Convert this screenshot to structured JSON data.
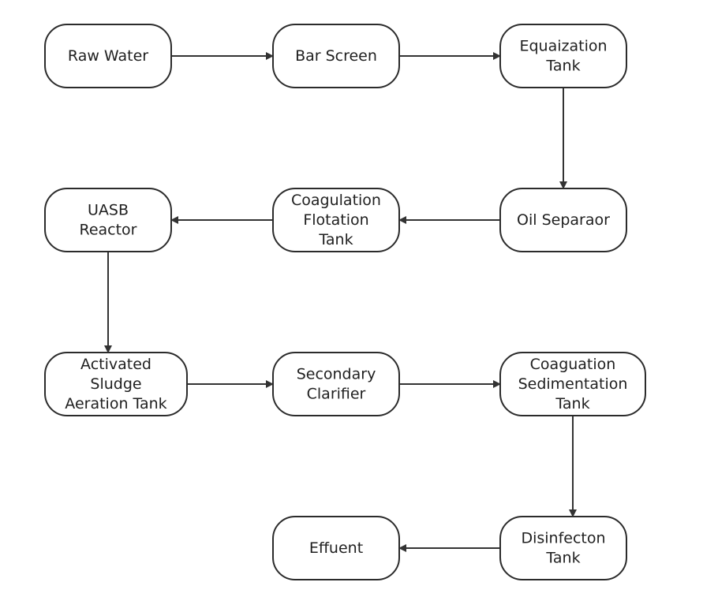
{
  "nodes": [
    {
      "id": "raw-water",
      "lines": [
        "Raw Water"
      ]
    },
    {
      "id": "bar-screen",
      "lines": [
        "Bar Screen"
      ]
    },
    {
      "id": "equalization-tank",
      "lines": [
        "Equaization",
        "Tank"
      ]
    },
    {
      "id": "oil-separator",
      "lines": [
        "Oil Separaor"
      ]
    },
    {
      "id": "coagulation-flotation-tank",
      "lines": [
        "Coagulation",
        "Flotation",
        "Tank"
      ]
    },
    {
      "id": "uasb-reactor",
      "lines": [
        "UASB",
        "Reactor"
      ]
    },
    {
      "id": "activated-sludge-aeration-tank",
      "lines": [
        "Activated",
        "Sludge",
        "Aeration Tank"
      ]
    },
    {
      "id": "secondary-clarifier",
      "lines": [
        "Secondary",
        "Clarifier"
      ]
    },
    {
      "id": "coagulation-sedimentation-tank",
      "lines": [
        "Coaguation",
        "Sedimentation",
        "Tank"
      ]
    },
    {
      "id": "disinfection-tank",
      "lines": [
        "Disinfecton",
        "Tank"
      ]
    },
    {
      "id": "effluent",
      "lines": [
        "Effuent"
      ]
    }
  ],
  "edges": [
    {
      "from": "raw-water",
      "to": "bar-screen"
    },
    {
      "from": "bar-screen",
      "to": "equalization-tank"
    },
    {
      "from": "equalization-tank",
      "to": "oil-separator"
    },
    {
      "from": "oil-separator",
      "to": "coagulation-flotation-tank"
    },
    {
      "from": "coagulation-flotation-tank",
      "to": "uasb-reactor"
    },
    {
      "from": "uasb-reactor",
      "to": "activated-sludge-aeration-tank"
    },
    {
      "from": "activated-sludge-aeration-tank",
      "to": "secondary-clarifier"
    },
    {
      "from": "secondary-clarifier",
      "to": "coagulation-sedimentation-tank"
    },
    {
      "from": "coagulation-sedimentation-tank",
      "to": "disinfection-tank"
    },
    {
      "from": "disinfection-tank",
      "to": "effluent"
    }
  ]
}
